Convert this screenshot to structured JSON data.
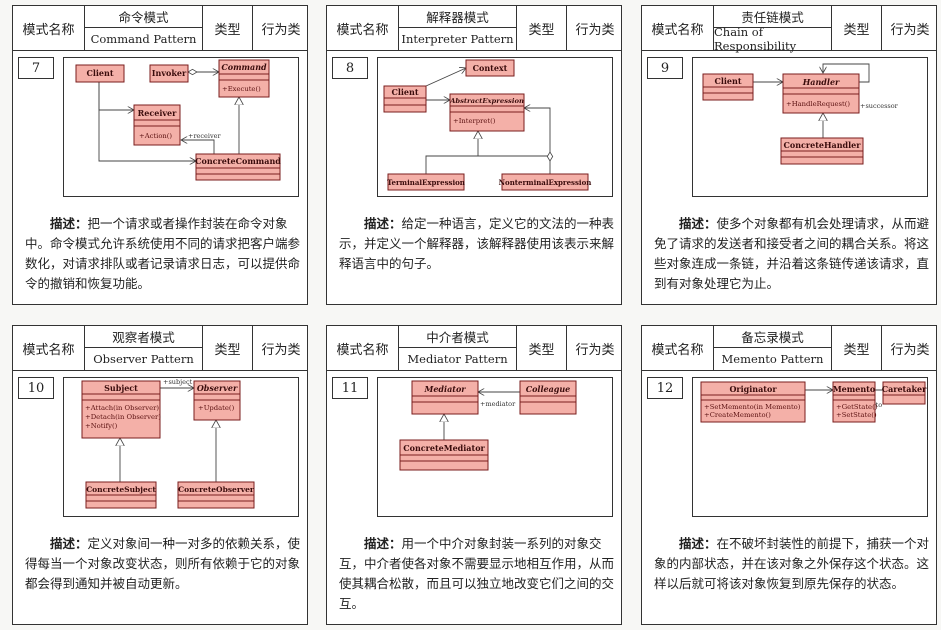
{
  "labels": {
    "mode_name": "模式名称",
    "type": "类型",
    "desc_prefix": "描述："
  },
  "colors": {
    "class_fill": "#f4b0a8",
    "class_border": "#7a1e1e"
  },
  "patterns": [
    {
      "number": "7",
      "name_cn": "命令模式",
      "name_en": "Command Pattern",
      "type_value": "行为类",
      "description": "把一个请求或者操作封装在命令对象中。命令模式允许系统使用不同的请求把客户端参数化，对请求排队或者记录请求日志，可以提供命令的撤销和恢复功能。",
      "diagram": {
        "client": "Client",
        "invoker": "Invoker",
        "command": "Command",
        "command_method": "+Execute()",
        "receiver": "Receiver",
        "receiver_method": "+Action()",
        "concrete": "ConcreteCommand",
        "receiver_label": "+receiver"
      }
    },
    {
      "number": "8",
      "name_cn": "解释器模式",
      "name_en": "Interpreter Pattern",
      "type_value": "行为类",
      "description": "给定一种语言，定义它的文法的一种表示，并定义一个解释器，该解释器使用该表示来解释语言中的句子。",
      "diagram": {
        "context": "Context",
        "client": "Client",
        "abstract": "AbstractExpression",
        "abstract_method": "+Interpret()",
        "terminal": "TerminalExpression",
        "nonterminal": "NonterminalExpression"
      }
    },
    {
      "number": "9",
      "name_cn": "责任链模式",
      "name_en": "Chain of Responsibility",
      "type_value": "行为类",
      "description": "使多个对象都有机会处理请求，从而避免了请求的发送者和接受者之间的耦合关系。将这些对象连成一条链，并沿着这条链传递该请求，直到有对象处理它为止。",
      "diagram": {
        "client": "Client",
        "handler": "Handler",
        "handler_method": "+HandleRequest()",
        "successor_label": "+successor",
        "concrete": "ConcreteHandler"
      }
    },
    {
      "number": "10",
      "name_cn": "观察者模式",
      "name_en": "Observer Pattern",
      "type_value": "行为类",
      "description": "定义对象间一种一对多的依赖关系，使得每当一个对象改变状态，则所有依赖于它的对象都会得到通知并被自动更新。",
      "diagram": {
        "subject": "Subject",
        "subject_methods": [
          "+Attach(in Observer)",
          "+Detach(in Observer)",
          "+Notify()"
        ],
        "observer": "Observer",
        "observer_method": "+Update()",
        "subject_label": "+subject",
        "concrete_subject": "ConcreteSubject",
        "concrete_observer": "ConcreteObserver"
      }
    },
    {
      "number": "11",
      "name_cn": "中介者模式",
      "name_en": "Mediator Pattern",
      "type_value": "行为类",
      "description": "用一个中介对象封装一系列的对象交互，中介者使各对象不需要显示地相互作用，从而使其耦合松散，而且可以独立地改变它们之间的交互。",
      "diagram": {
        "mediator": "Mediator",
        "colleague": "Colleague",
        "mediator_label": "+mediator",
        "concrete": "ConcreteMediator"
      }
    },
    {
      "number": "12",
      "name_cn": "备忘录模式",
      "name_en": "Memento Pattern",
      "type_value": "行为类",
      "description": "在不破坏封装性的前提下，捕获一个对象的内部状态，并在该对象之外保存这个状态。这样以后就可将该对象恢复到原先保存的状态。",
      "diagram": {
        "originator": "Originator",
        "originator_methods": [
          "+SetMemento(in Memento)",
          "+CreateMemento()"
        ],
        "memento": "Memento",
        "memento_methods": [
          "+GetState()",
          "+SetState()"
        ],
        "caretaker": "Caretaker",
        "memento_label": "+memento"
      }
    }
  ]
}
